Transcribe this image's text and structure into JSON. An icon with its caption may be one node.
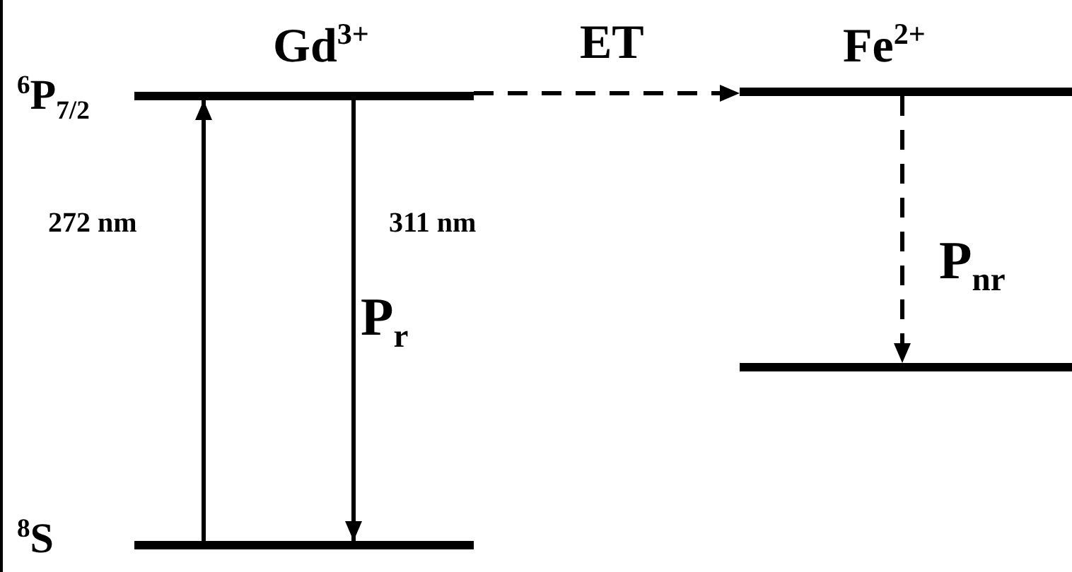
{
  "diagram": {
    "nodes": [
      {
        "text": [],
        "shape": "bar",
        "beside": [
          "$^{6}$P$_{7/2}$"
        ]
      },
      {
        "text": [],
        "shape": "bar",
        "beside": [
          "$^{8}$S"
        ]
      },
      {
        "text": [],
        "shape": "bar"
      },
      {
        "text": [],
        "shape": "bar"
      }
    ],
    "edges": [
      {
        "from": 1,
        "to": 0,
        "arrow": "to",
        "label": "272 nm"
      },
      {
        "from": 0,
        "to": 1,
        "arrow": "to",
        "label": "311 nm"
      },
      {
        "from": 0,
        "to": 2,
        "arrow": "to",
        "label": "ET",
        "style": "dashed"
      },
      {
        "from": 2,
        "to": 3,
        "arrow": "to",
        "label": "P$_{nr}$",
        "style": "dashed"
      }
    ],
    "labels": [
      "Gd$^{3+}$",
      "Fe$^{2+}$",
      "P$_{r}$"
    ]
  }
}
